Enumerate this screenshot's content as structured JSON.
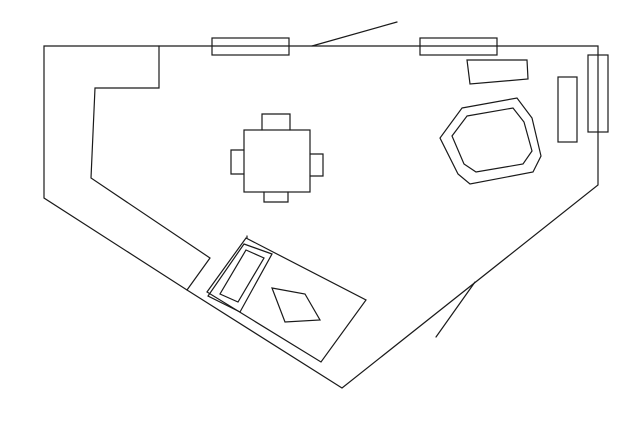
{
  "plan": {
    "background_color": "#ffffff",
    "line_color": "#1a1a1a",
    "elements": [
      "room-outline",
      "window-top-left",
      "window-top-right",
      "door-swing-top",
      "door-swing-right",
      "square-table",
      "chair-top",
      "chair-bottom",
      "chair-left",
      "chair-right",
      "bathtub-outer",
      "bathtub-inner",
      "counter-top-right",
      "cabinet-right-inner",
      "cabinet-right-outer",
      "bed-frame",
      "bed-pillow-outer",
      "bed-pillow-inner",
      "rug-diamond"
    ]
  }
}
